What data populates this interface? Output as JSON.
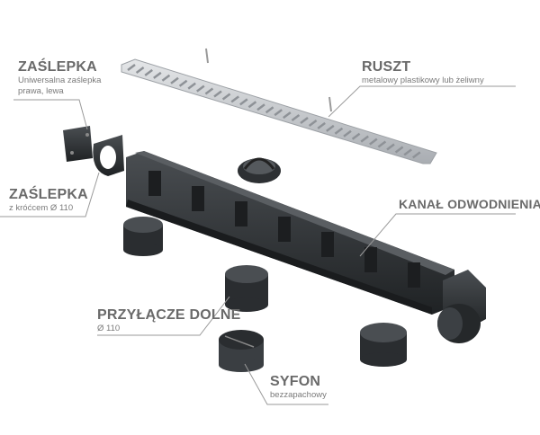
{
  "labels": {
    "end_cap_universal": {
      "title": "ZAŚLEPKA",
      "line1": "Uniwersalna zaślepka",
      "line2": "prawa, lewa"
    },
    "end_cap_outlet": {
      "title": "ZAŚLEPKA",
      "line1": "z króćcem Ø 110"
    },
    "grate": {
      "title": "RUSZT",
      "line1": "metalowy plastikowy lub żeliwny"
    },
    "channel": {
      "title": "KANAŁ ODWODNIENIA"
    },
    "bottom_outlet": {
      "title": "PRZYŁĄCZE DOLNE",
      "line1": "Ø 110"
    },
    "siphon": {
      "title": "SYFON",
      "line1": "bezzapachowy"
    }
  },
  "colors": {
    "text": "#6a6a6a",
    "leader": "#9a9a9a",
    "plastic": "#2f3235",
    "metal": "#c9ccd0"
  }
}
